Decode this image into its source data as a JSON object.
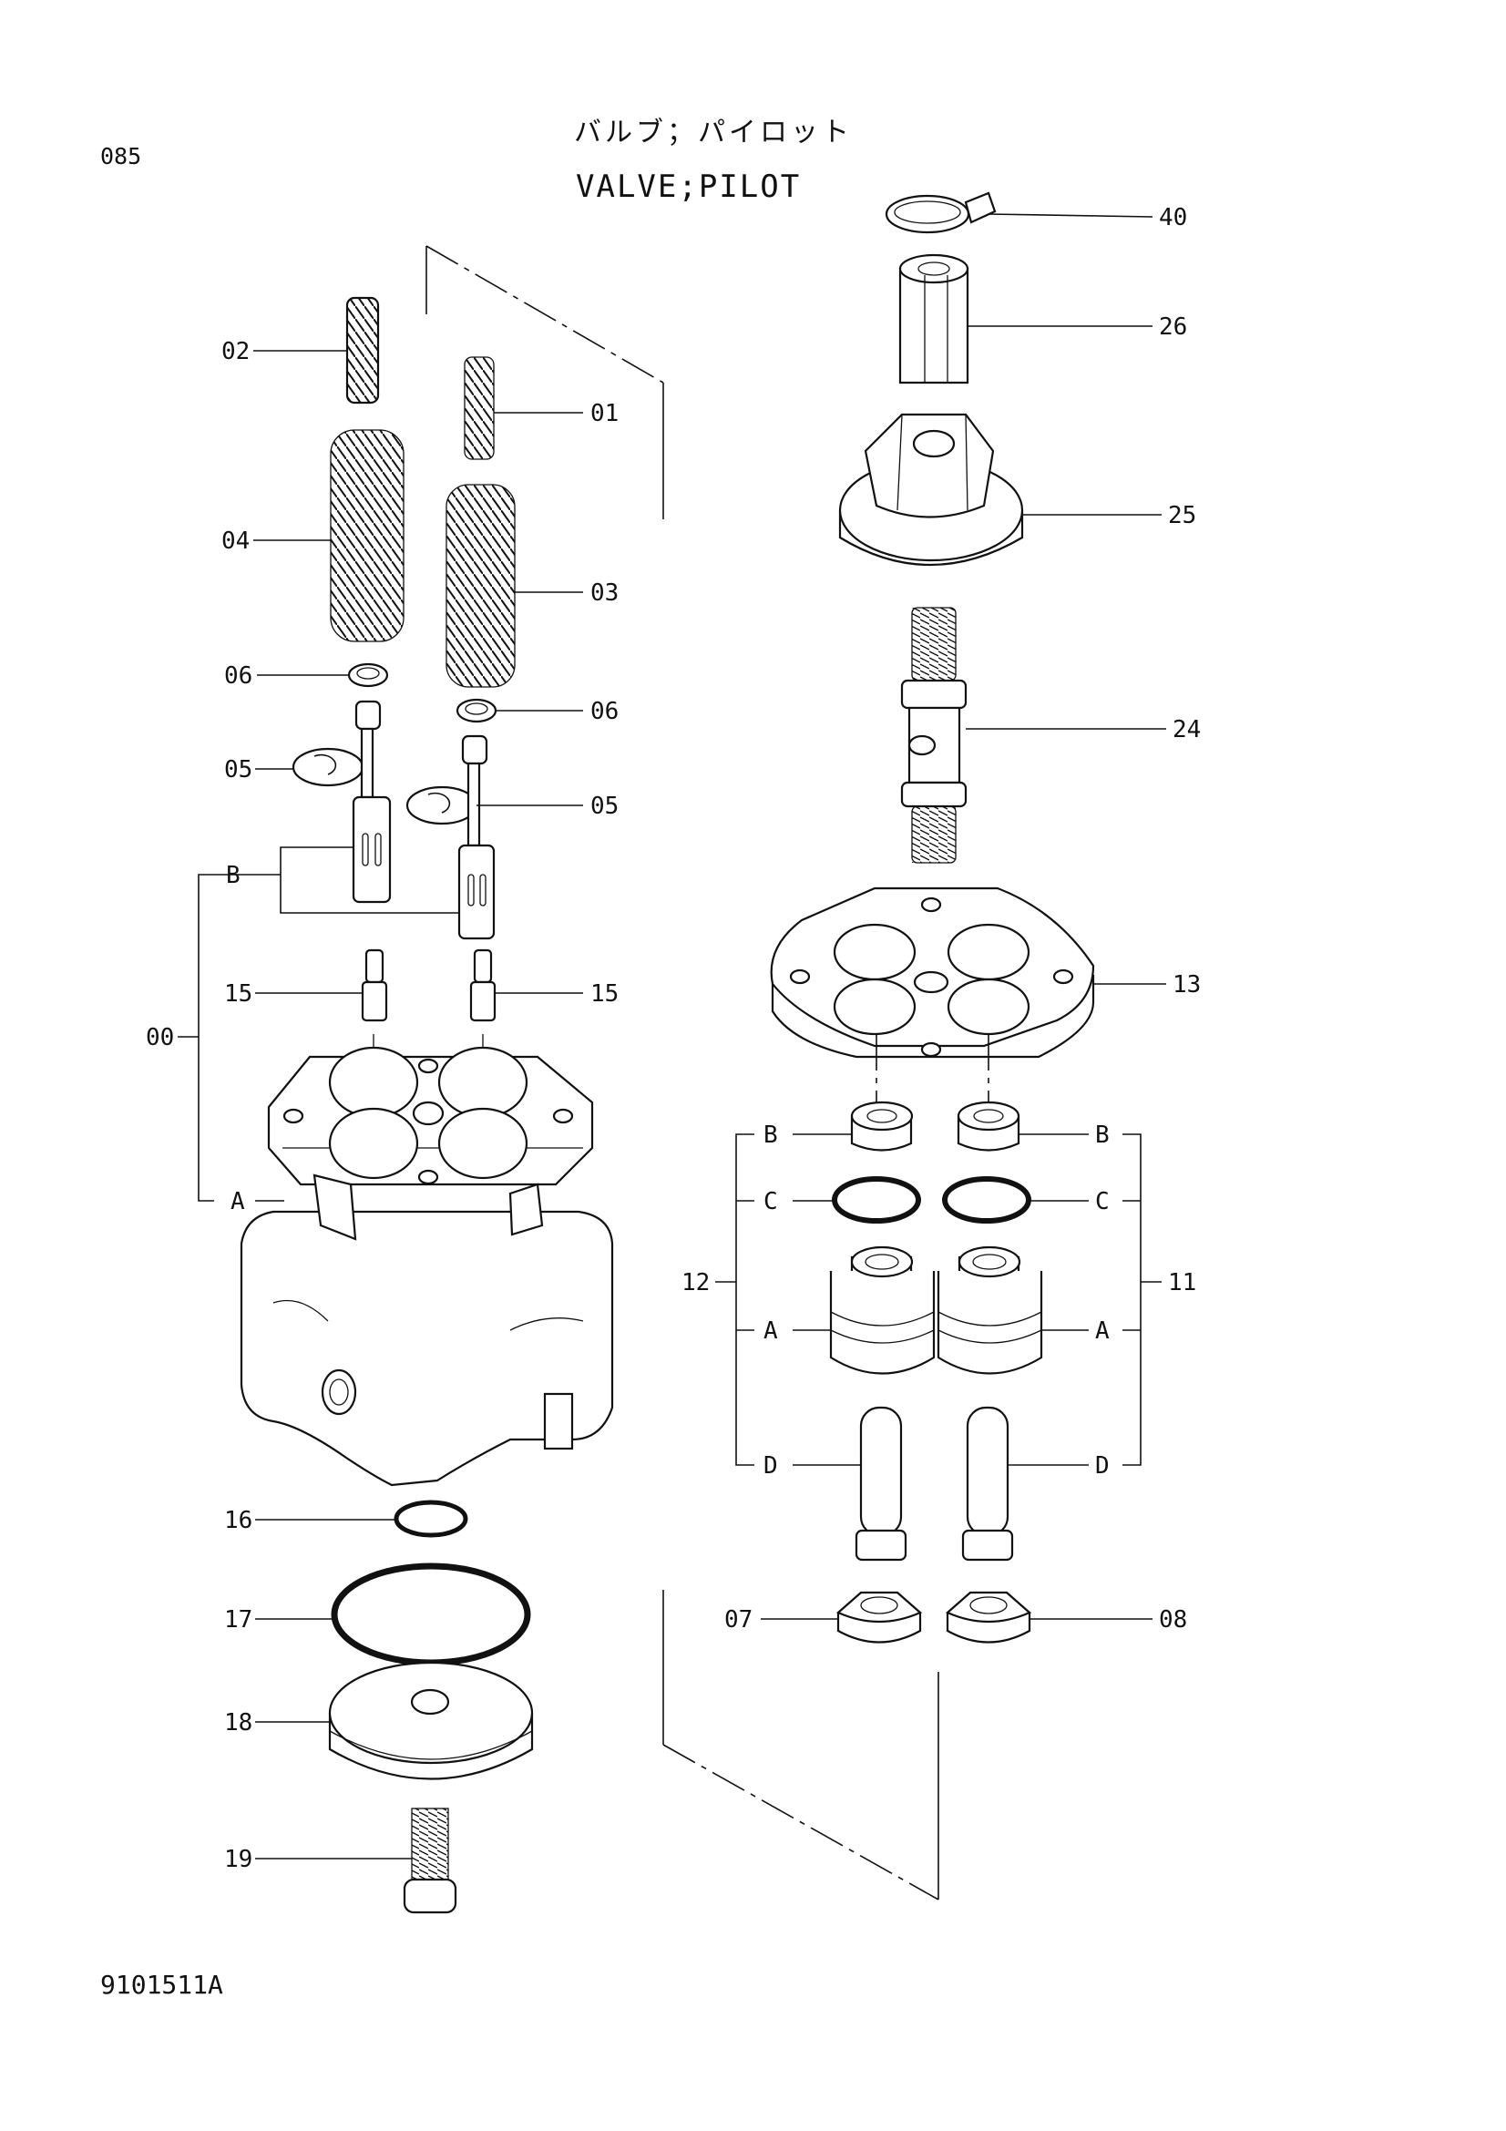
{
  "page_number": "085",
  "title_jp": "バルブ；パイロット",
  "title_en": "VALVE;PILOT",
  "figure_number": "9101511A",
  "callouts": {
    "p40": "40",
    "p26": "26",
    "p25": "25",
    "p24": "24",
    "p13": "13",
    "p02": "02",
    "p01": "01",
    "p04": "04",
    "p03": "03",
    "p06a": "06",
    "p06b": "06",
    "p05a": "05",
    "p05b": "05",
    "p15a": "15",
    "p15b": "15",
    "p00": "00",
    "p16": "16",
    "p17": "17",
    "p18": "18",
    "p19": "19",
    "p12": "12",
    "p11": "11",
    "p07": "07",
    "p08": "08",
    "gB_left": "B",
    "gA_left": "A",
    "gB_r1": "B",
    "gB_r2": "B",
    "gC_r1": "C",
    "gC_r2": "C",
    "gA_r1": "A",
    "gA_r2": "A",
    "gD_r1": "D",
    "gD_r2": "D"
  }
}
